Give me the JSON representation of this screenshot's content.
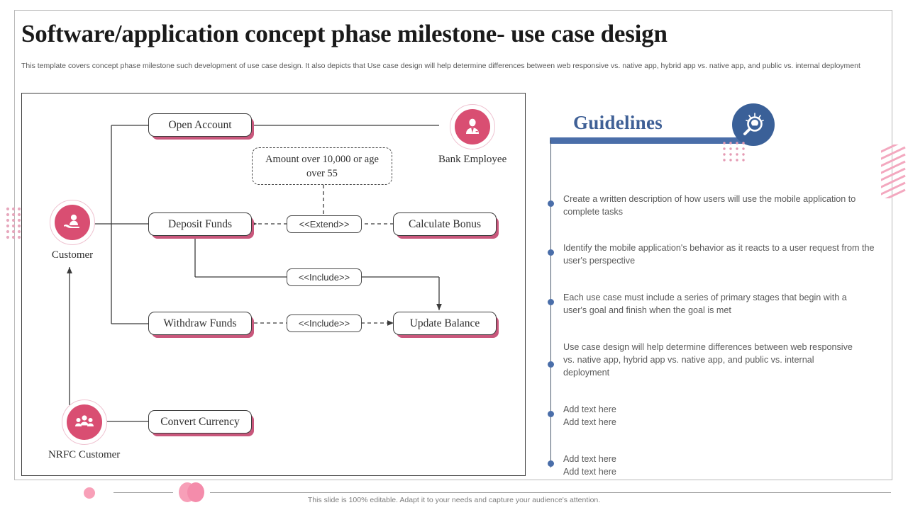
{
  "header": {
    "title": "Software/application concept phase milestone- use case design",
    "subtitle": "This template covers concept phase milestone such development of use case design. It also depicts that Use case design will help determine differences between web responsive vs. native app, hybrid app vs. native app, and public vs. internal deployment"
  },
  "diagram": {
    "actors": [
      {
        "id": "customer",
        "label": "Customer",
        "icon": "hand-holding-person-icon"
      },
      {
        "id": "bank-employee",
        "label": "Bank Employee",
        "icon": "business-person-icon"
      },
      {
        "id": "nrfc-customer",
        "label": "NRFC Customer",
        "icon": "people-group-icon"
      }
    ],
    "use_cases": [
      {
        "id": "open-account",
        "label": "Open Account"
      },
      {
        "id": "deposit-funds",
        "label": "Deposit Funds"
      },
      {
        "id": "calculate-bonus",
        "label": "Calculate Bonus"
      },
      {
        "id": "withdraw-funds",
        "label": "Withdraw Funds"
      },
      {
        "id": "update-balance",
        "label": "Update Balance"
      },
      {
        "id": "convert-currency",
        "label": "Convert Currency"
      }
    ],
    "note": "Amount over 10,000 or age over 55",
    "stereotypes": [
      {
        "id": "extend",
        "label": "<<Extend>>"
      },
      {
        "id": "include-deposit",
        "label": "<<Include>>"
      },
      {
        "id": "include-withdraw",
        "label": "<<Include>>"
      }
    ]
  },
  "guidelines": {
    "title": "Guidelines",
    "icon": "magnifier-bulb-icon",
    "items": [
      "Create a written description of how users will use the mobile application to complete tasks",
      "Identify the mobile application's behavior as it reacts to a user request from the user's perspective",
      "Each use case must include a series of primary stages that begin with a user's goal and finish when the goal is met",
      "Use case design will help determine differences between web responsive vs. native app, hybrid app vs. native app, and public vs. internal deployment",
      "Add text here\nAdd text here",
      "Add text here\nAdd text here"
    ]
  },
  "footer": {
    "note": "This slide is 100% editable. Adapt it to your needs and capture your audience's attention."
  },
  "colors": {
    "accent_pink": "#d94e72",
    "accent_blue": "#3a6098",
    "title_blue": "#3f6096",
    "decor_pink": "#f48cab"
  }
}
